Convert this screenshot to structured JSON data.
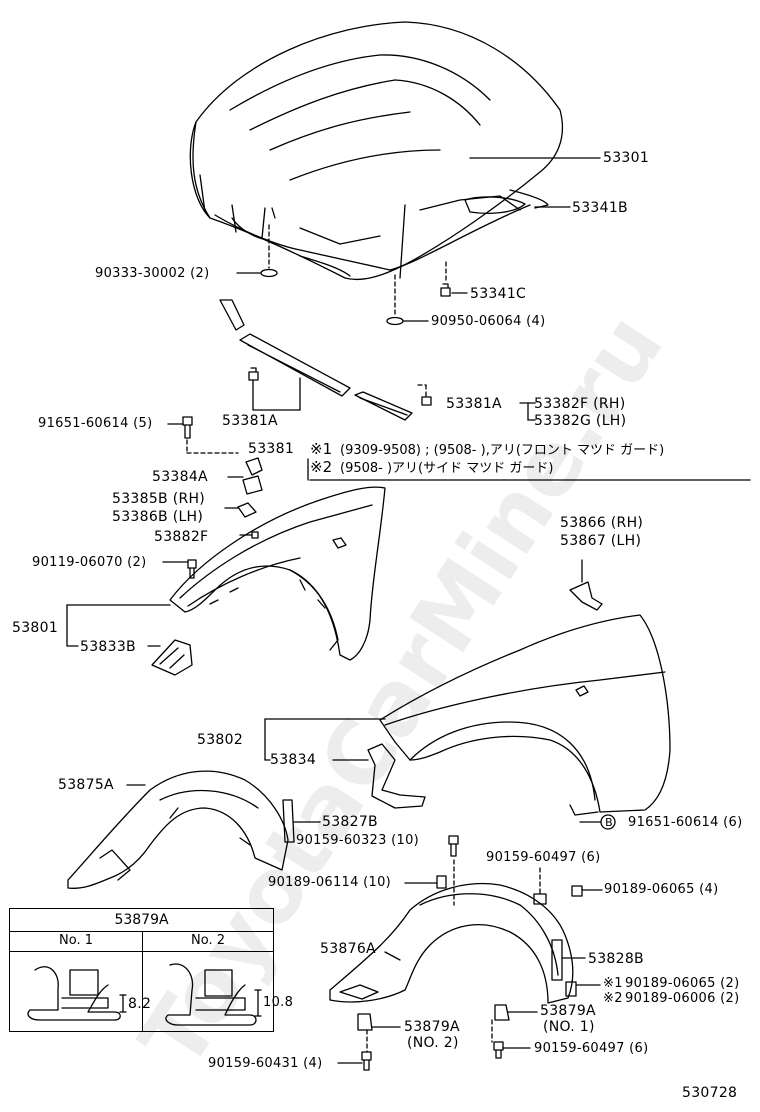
{
  "watermark": "ToyotaCarMine.ru",
  "page_code": "530728",
  "labels": {
    "p53301": "53301",
    "p53341B": "53341B",
    "p90333": "90333-30002 (2)",
    "p53341C": "53341C",
    "p90950": "90950-06064 (4)",
    "p91651a": "91651-60614 (5)",
    "p53381A_a": "53381A",
    "p53381A_b": "53381A",
    "p53382F": "53382F (RH)",
    "p53382G": "53382G (LH)",
    "p53381": "53381",
    "p53384A": "53384A",
    "p53385B": "53385B (RH)",
    "p53386B": "53386B (LH)",
    "p53882F": "53882F",
    "p90119": "90119-06070 (2)",
    "p53801": "53801",
    "p53833B": "53833B",
    "p53866": "53866 (RH)",
    "p53867": "53867 (LH)",
    "p53802": "53802",
    "p53834": "53834",
    "p53875A": "53875A",
    "p53827B": "53827B",
    "p90159a": "90159-60323 (10)",
    "p91651b": "91651-60614 (6)",
    "p90189a": "90189-06114 (10)",
    "p90159b": "90159-60497 (6)",
    "p90189b": "90189-06065 (4)",
    "p53876A": "53876A",
    "p53828B": "53828B",
    "p90189c": "90189-06065 (2)",
    "p90189d": "90189-06006 (2)",
    "p53879A_a": "53879A",
    "p53879A_a_no": "(NO. 1)",
    "p53879A_b": "53879A",
    "p53879A_b_no": "(NO. 2)",
    "p90159c": "90159-60497 (6)",
    "p90159d": "90159-60431 (4)"
  },
  "notes": {
    "n1_mark": "※1",
    "n1_text": "(9309-9508) ; (9508-          ),アリ(フロント マツド ガード)",
    "n2_mark": "※2",
    "n2_text": "(9508-          )アリ(サイド マツド ガード)",
    "mark1": "※1",
    "mark2": "※2",
    "circle_b": "B"
  },
  "table": {
    "title": "53879A",
    "col1": "No. 1",
    "col2": "No. 2",
    "dim1": "8.2",
    "dim2": "10.8"
  }
}
